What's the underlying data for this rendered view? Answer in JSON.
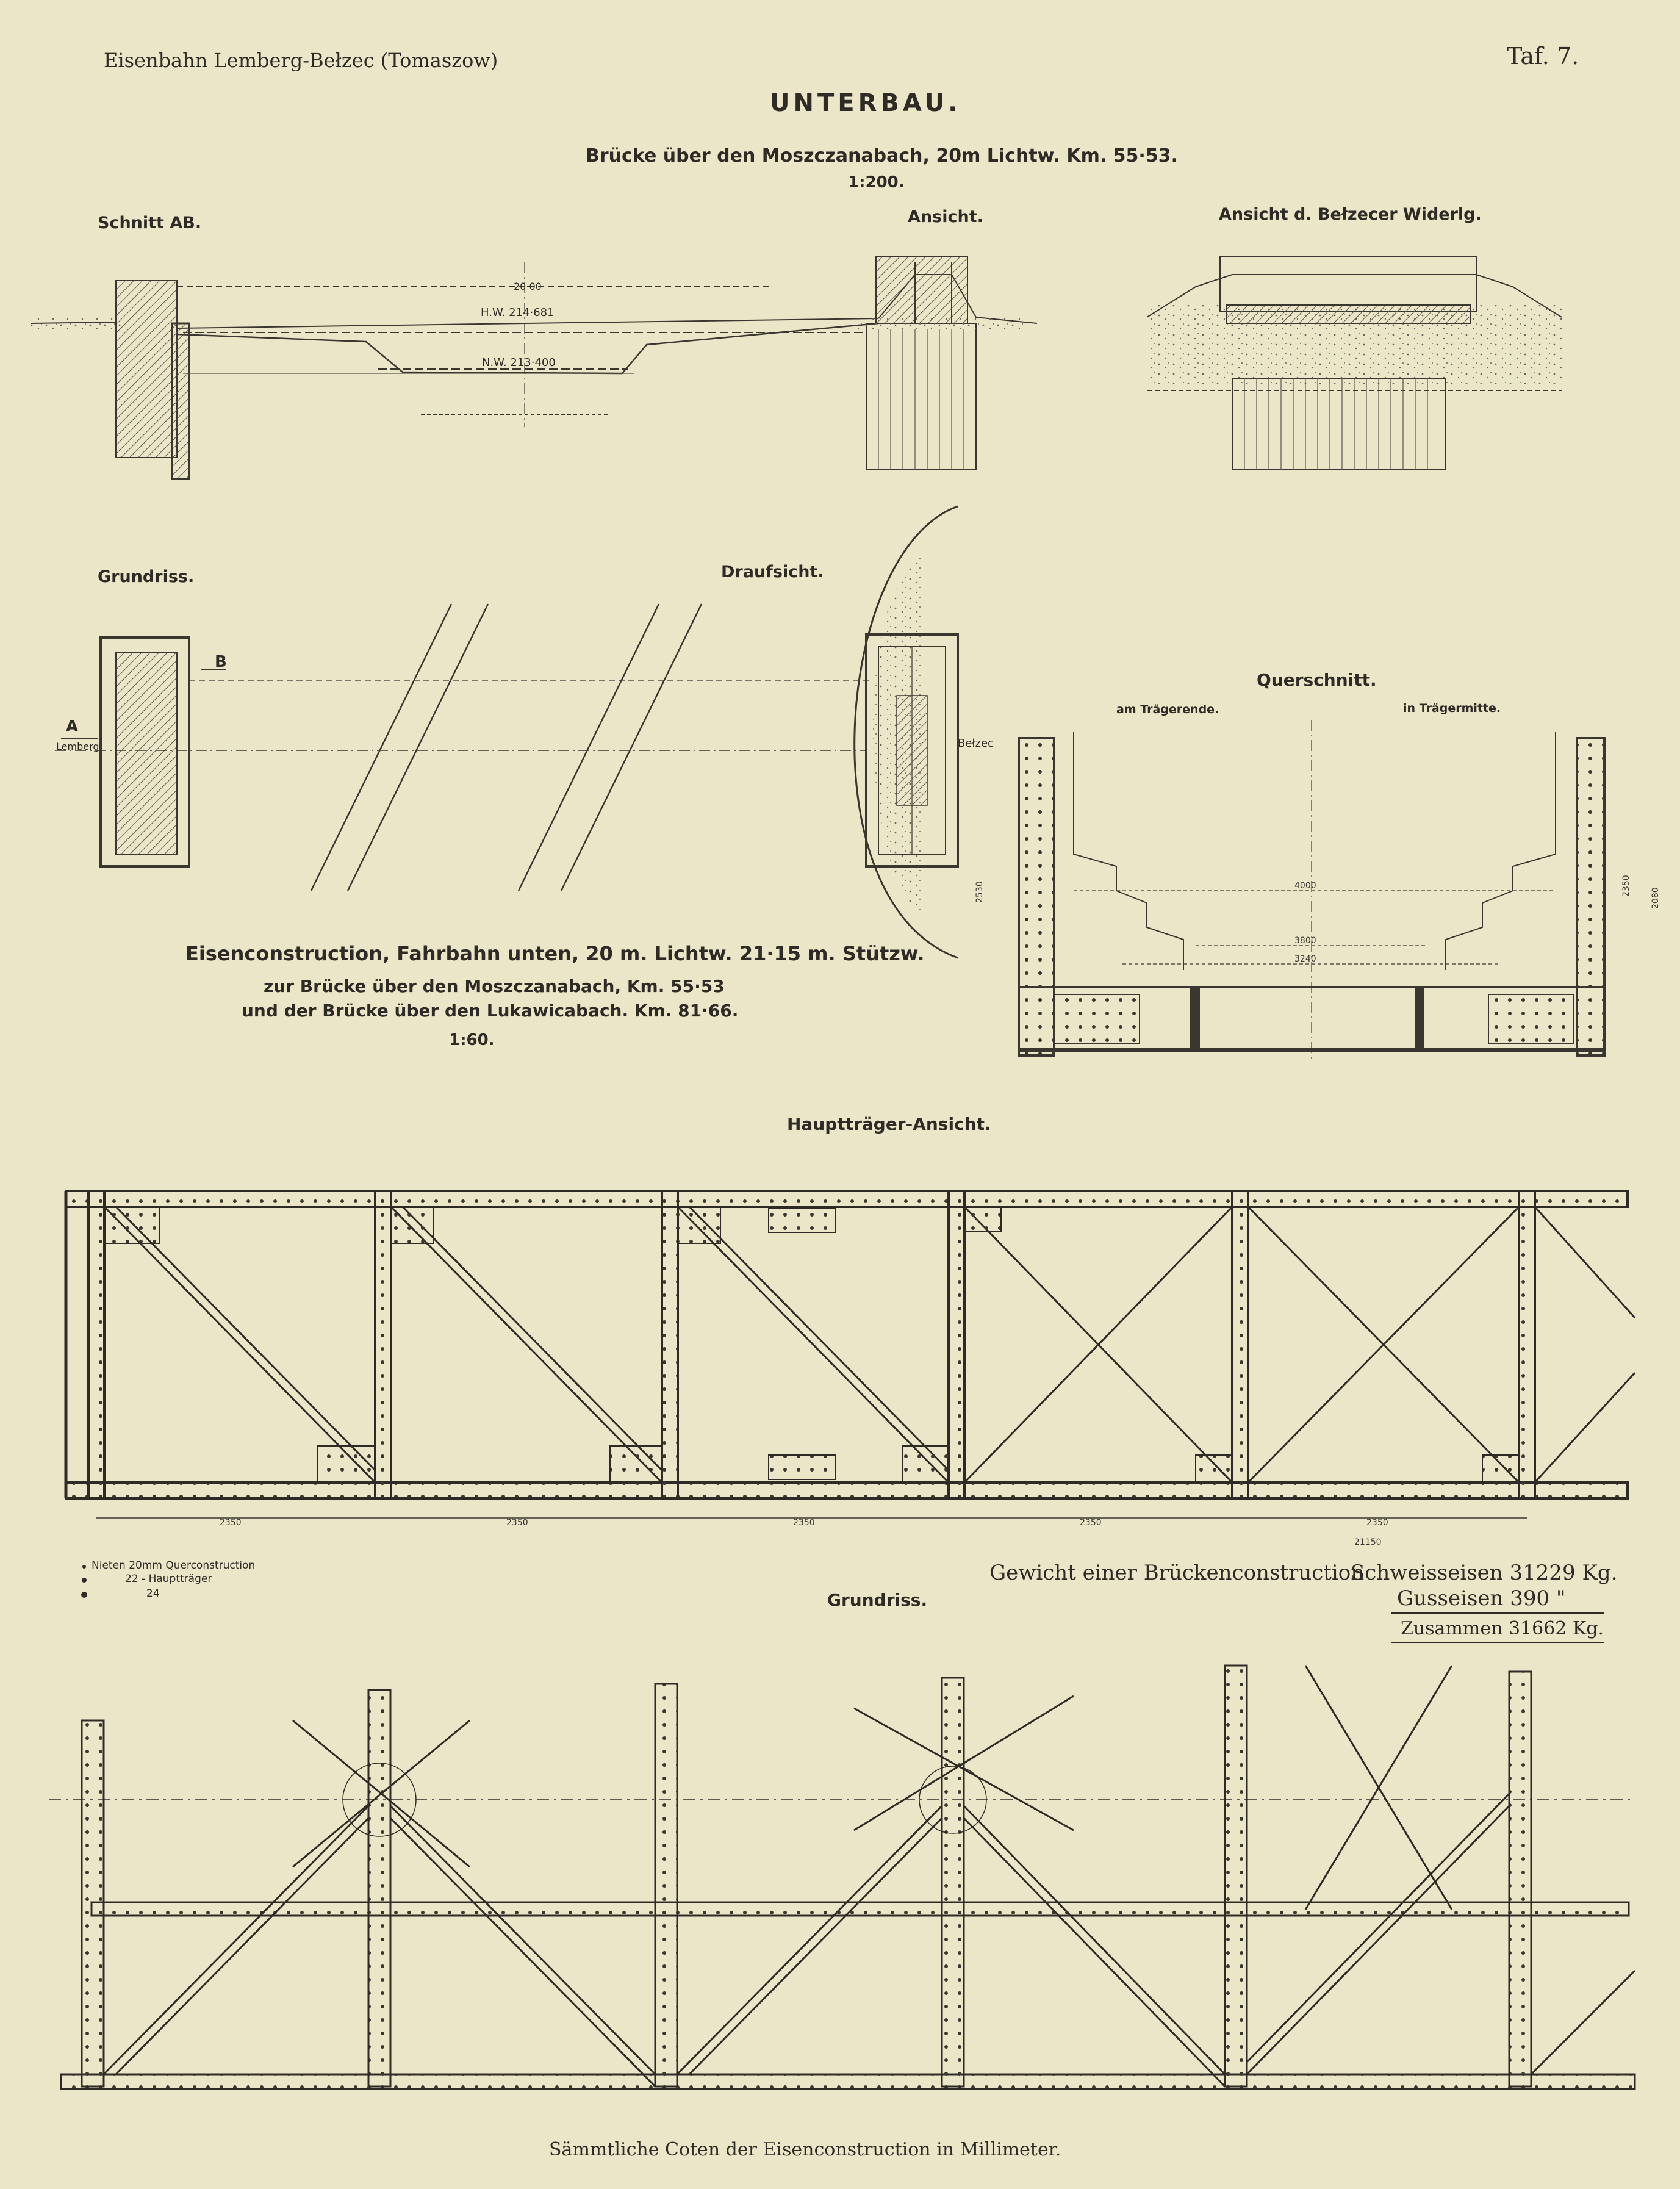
{
  "header": {
    "railway": "Eisenbahn Lemberg-Bełzec (Tomaszow)",
    "plate": "Taf. 7.",
    "title": "UNTERBAU.",
    "bridge_title": "Brücke über den Moszczanabach, 20m Lichtw. Km. 55·53.",
    "scale_top": "1:200."
  },
  "views_top": {
    "section_ab": "Schnitt AB.",
    "elevation": "Ansicht.",
    "abutment_view": "Ansicht d. Bełzecer Widerlg.",
    "plan": "Grundriss.",
    "top_view": "Draufsicht.",
    "hw_label": "H.W. 214·681",
    "nw_label": "N.W. 213·400",
    "span_label": "20·00",
    "label_a": "A",
    "label_b": "B",
    "label_lemberg": "Lemberg",
    "label_belzec": "Bełzec"
  },
  "iron_title": {
    "line1": "Eisenconstruction, Fahrbahn unten, 20 m. Lichtw. 21·15 m. Stützw.",
    "line2": "zur Brücke über den Moszczanabach, Km. 55·53",
    "line3": "und der Brücke über den Lukawicabach. Km. 81·66.",
    "scale": "1:60."
  },
  "cross_section": {
    "title": "Querschnitt.",
    "left_label": "am Trägerende.",
    "right_label": "in Trägermitte.",
    "dims": [
      "4000",
      "3800",
      "3240",
      "2530",
      "2350",
      "2080"
    ]
  },
  "main_girder": {
    "title": "Hauptträger-Ansicht.",
    "bottom_dims": [
      "2350",
      "2350",
      "2350",
      "2350",
      "2350"
    ],
    "total": "21150"
  },
  "legend": {
    "items": [
      "Nieten 20mm Querconstruction",
      "22 - Hauptträger",
      "24"
    ]
  },
  "plan_title": "Grundriss.",
  "weight": {
    "label": "Gewicht einer Brückenconstruction",
    "wrought": "Schweisseisen 31229 Kg.",
    "cast": "Gusseisen 390 \"",
    "total": "Zusammen 31662 Kg."
  },
  "footer": "Sämmtliche Coten der Eisenconstruction in Millimeter."
}
